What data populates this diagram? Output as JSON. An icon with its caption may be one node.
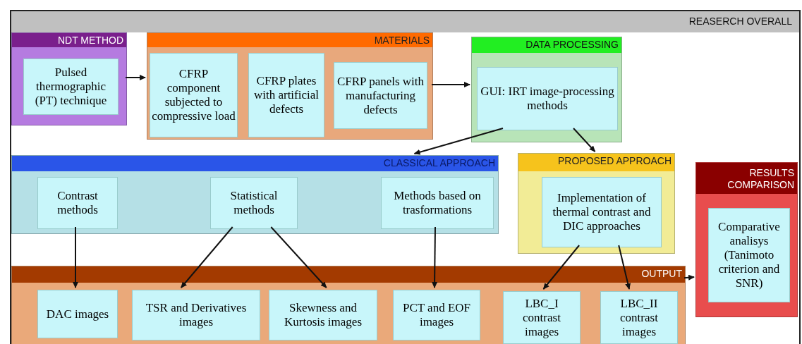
{
  "diagram": {
    "nodes": [
      {
        "text": [
          "REASERCH OVERALL"
        ]
      },
      {
        "text": [
          "NDT METHOD"
        ],
        "in": 0
      },
      {
        "text": [
          "Pulsed thermographic (PT) technique"
        ],
        "in": 1
      },
      {
        "text": [
          "MATERIALS"
        ],
        "in": 0
      },
      {
        "text": [
          "CFRP component subjected to compressive load"
        ],
        "in": 3
      },
      {
        "text": [
          "CFRP plates with artificial defects"
        ],
        "in": 3
      },
      {
        "text": [
          "CFRP panels with manufacturing defects"
        ],
        "in": 3
      },
      {
        "text": [
          "DATA PROCESSING"
        ],
        "in": 0
      },
      {
        "text": [
          "GUI: IRT image-processing methods"
        ],
        "in": 7
      },
      {
        "text": [
          "CLASSICAL APPROACH"
        ],
        "in": 0
      },
      {
        "text": [
          "Contrast methods"
        ],
        "in": 9
      },
      {
        "text": [
          "Statistical methods"
        ],
        "in": 9
      },
      {
        "text": [
          "Methods based on trasformations"
        ],
        "in": 9
      },
      {
        "text": [
          "PROPOSED APPROACH"
        ],
        "in": 0
      },
      {
        "text": [
          "Implementation of thermal contrast and DIC approaches"
        ],
        "in": 13
      },
      {
        "text": [
          "OUTPUT"
        ],
        "in": 0
      },
      {
        "text": [
          "DAC images"
        ],
        "in": 15
      },
      {
        "text": [
          "TSR and Derivatives images"
        ],
        "in": 15
      },
      {
        "text": [
          "Skewness and Kurtosis images"
        ],
        "in": 15
      },
      {
        "text": [
          "PCT and EOF images"
        ],
        "in": 15
      },
      {
        "text": [
          "LBC_I contrast images"
        ],
        "in": 15
      },
      {
        "text": [
          "LBC_II contrast images"
        ],
        "in": 15
      },
      {
        "text": [
          "RESULTS COMPARISON"
        ],
        "in": 0
      },
      {
        "text": [
          "Comparative analisys (Tanimoto criterion and SNR)"
        ],
        "in": 22
      }
    ],
    "edges": [
      {
        "from": 1,
        "to": 3,
        "arrow": "to"
      },
      {
        "from": 3,
        "to": 7,
        "arrow": "to"
      },
      {
        "from": 8,
        "to": 9,
        "arrow": "to"
      },
      {
        "from": 8,
        "to": 13,
        "arrow": "to"
      },
      {
        "from": 10,
        "to": 16,
        "arrow": "to"
      },
      {
        "from": 11,
        "to": 17,
        "arrow": "to"
      },
      {
        "from": 11,
        "to": 18,
        "arrow": "to"
      },
      {
        "from": 12,
        "to": 19,
        "arrow": "to"
      },
      {
        "from": 14,
        "to": 20,
        "arrow": "to"
      },
      {
        "from": 14,
        "to": 21,
        "arrow": "to"
      },
      {
        "from": 15,
        "to": 22,
        "arrow": "to"
      }
    ]
  }
}
